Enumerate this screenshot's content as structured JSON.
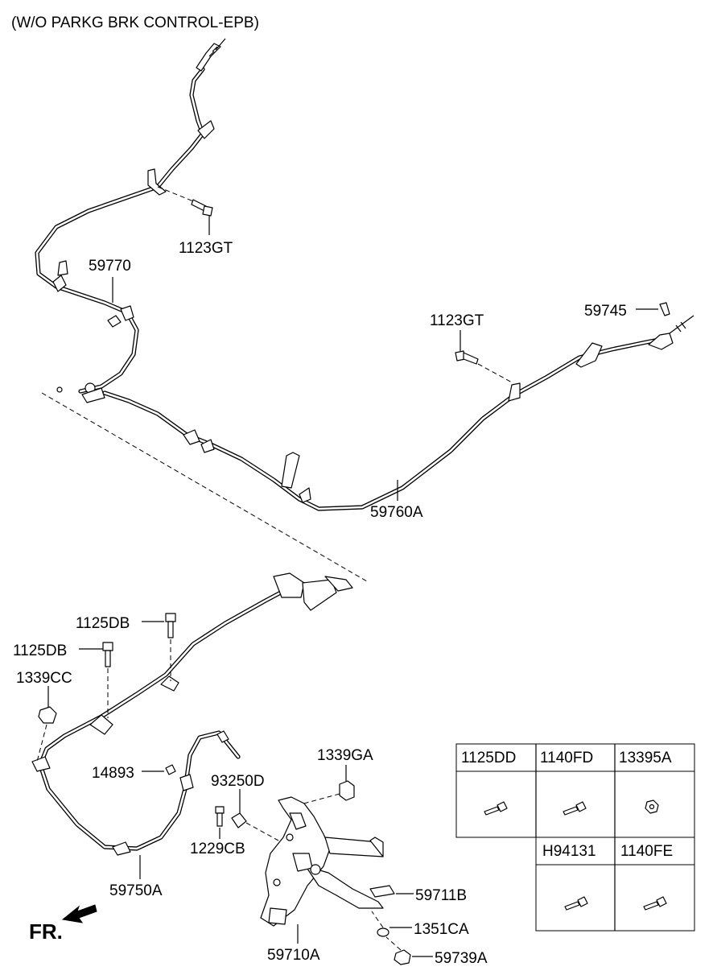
{
  "title": "(W/O PARKG BRK CONTROL-EPB)",
  "front_indicator": "FR.",
  "callouts": {
    "bolt_upper": "1123GT",
    "front_cable": "59770",
    "bolt_rear": "1123GT",
    "clip_rear": "59745",
    "rear_cable": "59760A",
    "bolt_a": "1125DB",
    "bolt_b": "1125DB",
    "nut_a": "1339CC",
    "clip_a": "14893",
    "bracket_clip": "93250D",
    "nut_b": "1339GA",
    "bolt_c": "1229CB",
    "lower_cable": "59750A",
    "pad": "59711B",
    "pedal": "59710A",
    "washer": "1351CA",
    "nut_c": "59739A"
  },
  "parts_table": {
    "row1": [
      "1125DD",
      "1140FD",
      "13395A"
    ],
    "row2": [
      "H94131",
      "1140FE"
    ],
    "icons": {
      "row1": [
        "bolt-icon",
        "bolt-icon",
        "nut-icon"
      ],
      "row2": [
        "bolt-icon",
        "bolt-icon"
      ]
    }
  }
}
